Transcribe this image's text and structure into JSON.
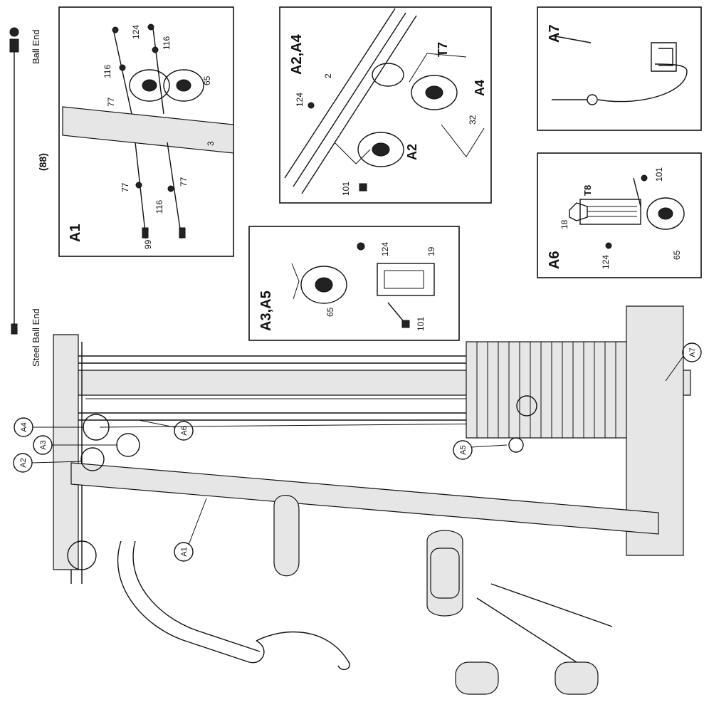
{
  "cable_strip": {
    "label_top": "Ball End",
    "label_mid": "(88)",
    "label_bottom": "Steel Ball End"
  },
  "detail_boxes": [
    {
      "id": "A1",
      "title": "A1",
      "parts": [
        "124",
        "116",
        "116",
        "77",
        "65",
        "3",
        "77",
        "77",
        "116",
        "99"
      ]
    },
    {
      "id": "A2A4",
      "title": "A2,A4",
      "parts": [
        "2",
        "124",
        "T7",
        "A4",
        "A2",
        "32",
        "101"
      ]
    },
    {
      "id": "A7",
      "title": "A7",
      "parts": []
    },
    {
      "id": "A3A5",
      "title": "A3,A5",
      "parts": [
        "65",
        "124",
        "19",
        "101"
      ]
    },
    {
      "id": "A6",
      "title": "A6",
      "parts": [
        "18",
        "T8",
        "101",
        "124",
        "65"
      ]
    }
  ],
  "callouts": [
    "A1",
    "A2",
    "A3",
    "A4",
    "A5",
    "A6",
    "A7"
  ]
}
